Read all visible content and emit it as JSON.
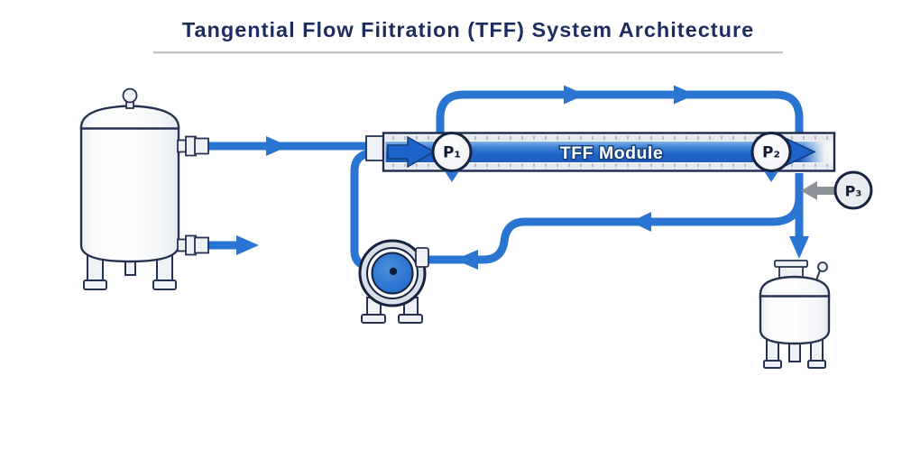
{
  "title": "Tangential Flow Fiitration (TFF) System Architecture",
  "module": {
    "label": "TFF Module"
  },
  "gauges": {
    "p1": "P₁",
    "p2": "P₂",
    "p3": "P₃"
  },
  "colors": {
    "pipe_blue": "#2a75d2",
    "module_band_blue": "#2263c7",
    "arrow_dark_blue": "#1e63cb",
    "outline_navy": "#1e2b4c",
    "title_navy": "#1d2d5f",
    "pressure_arrow_gray": "#8d9298",
    "module_body_gray": "#eef1f6",
    "vessel_white": "#ffffff"
  }
}
